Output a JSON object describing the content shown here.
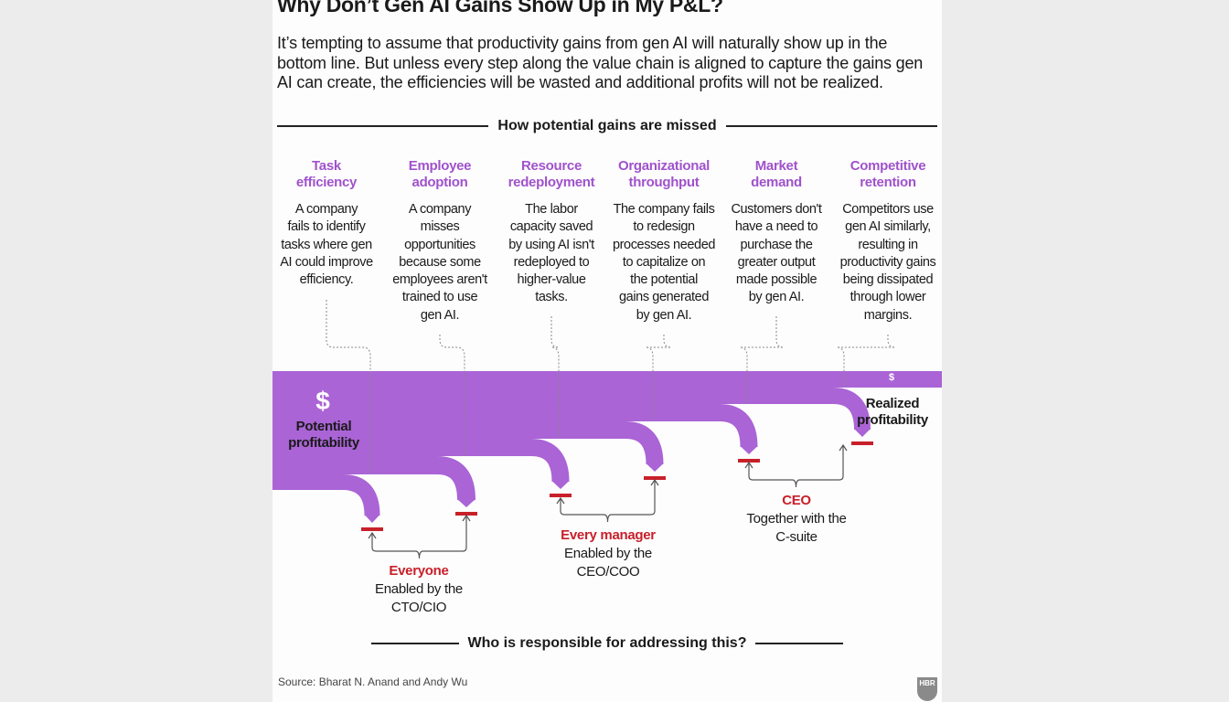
{
  "title": "Why Don’t Gen AI Gains Show Up in My P&L?",
  "intro": "It’s tempting to assume that productivity gains from gen AI will naturally show up in the bottom line. But unless every step along the value chain is aligned to capture the gains gen AI can create, the efficiencies will be wasted and additional profits will not be realized.",
  "top_heading": "How potential gains are missed",
  "bottom_heading": "Who is responsible for addressing this?",
  "colors": {
    "flow": "#aa64d6",
    "accent_purple": "#a052cc",
    "responsible_red": "#c8202a"
  },
  "columns": [
    {
      "title": "Task\nefficiency",
      "body": "A company\nfails to identify\ntasks where gen\nAI could improve\nefficiency."
    },
    {
      "title": "Employee\nadoption",
      "body": "A company\nmisses\nopportunities\nbecause some\nemployees aren't\ntrained to use\ngen AI."
    },
    {
      "title": "Resource\nredeployment",
      "body": "The labor\ncapacity saved\nby using AI isn't\nredeployed to\nhigher-value\ntasks."
    },
    {
      "title": "Organizational\nthroughput",
      "body": "The company fails\nto redesign\nprocesses needed\nto capitalize on\nthe potential\ngains generated\nby gen AI."
    },
    {
      "title": "Market\ndemand",
      "body": "Customers don't\nhave a need to\npurchase the\ngreater output\nmade possible\nby gen AI."
    },
    {
      "title": "Competitive\nretention",
      "body": "Competitors use\ngen AI similarly,\nresulting in\nproductivity gains\nbeing dissipated\nthrough lower\nmargins."
    }
  ],
  "flow": {
    "start_symbol": "$",
    "start_label": "Potential\nprofitability",
    "end_symbol": "$",
    "end_label": "Realized\nprofitability"
  },
  "responsible": [
    {
      "role": "Everyone",
      "sub": "Enabled by the\nCTO/CIO"
    },
    {
      "role": "Every manager",
      "sub": "Enabled by the\nCEO/COO"
    },
    {
      "role": "CEO",
      "sub": "Together with the\nC-suite"
    }
  ],
  "source": "Source: Bharat N. Anand and Andy Wu",
  "logo": "HBR"
}
